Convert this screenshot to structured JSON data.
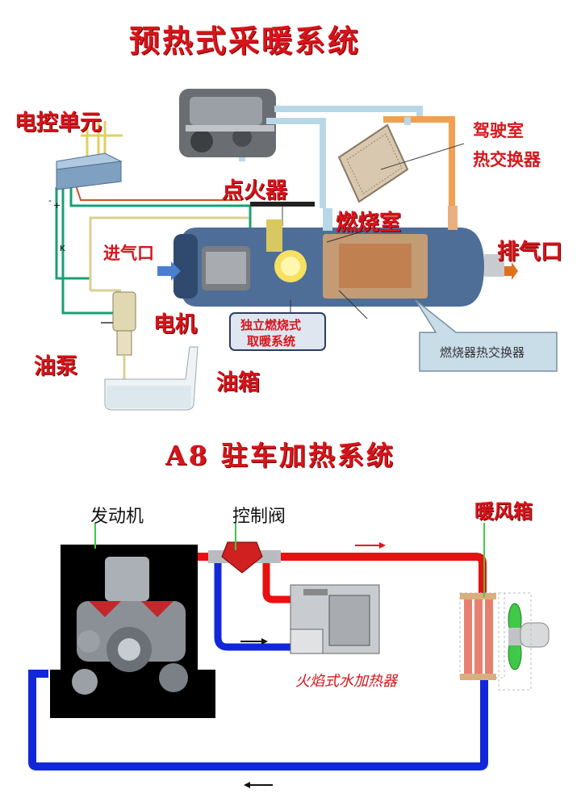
{
  "top": {
    "title": "预热式采暖系统",
    "labels": {
      "control_unit": "电控单元",
      "igniter": "点火器",
      "combustion_chamber": "燃烧室",
      "cab_heat_exchanger_1": "驾驶室",
      "cab_heat_exchanger_2": "热交换器",
      "air_inlet": "进气口",
      "exhaust": "排气口",
      "motor": "电机",
      "fuel_pump": "油泵",
      "fuel_tank": "油箱",
      "independent_system_1": "独立燃烧式",
      "independent_system_2": "取暖系统",
      "burner_heat_exchanger": "燃烧器热交换器",
      "wire_k": "K",
      "wire_minus": "-",
      "wire_plus": "+"
    }
  },
  "bottom": {
    "title": "A8 驻车加热系统",
    "labels": {
      "engine": "发动机",
      "control_valve": "控制阀",
      "heater_box": "暖风箱",
      "flame_water_heater": "火焰式水加热器"
    }
  },
  "colors": {
    "hot_pipe": "#e81010",
    "cold_pipe": "#1228d8",
    "title_red": "#d8141b",
    "wire_green": "#18a070",
    "wire_yellow": "#e0d060",
    "cyan_pipe": "#b8d8e8",
    "orange_pipe": "#f0a050",
    "callout_box": "#c8dde8"
  }
}
